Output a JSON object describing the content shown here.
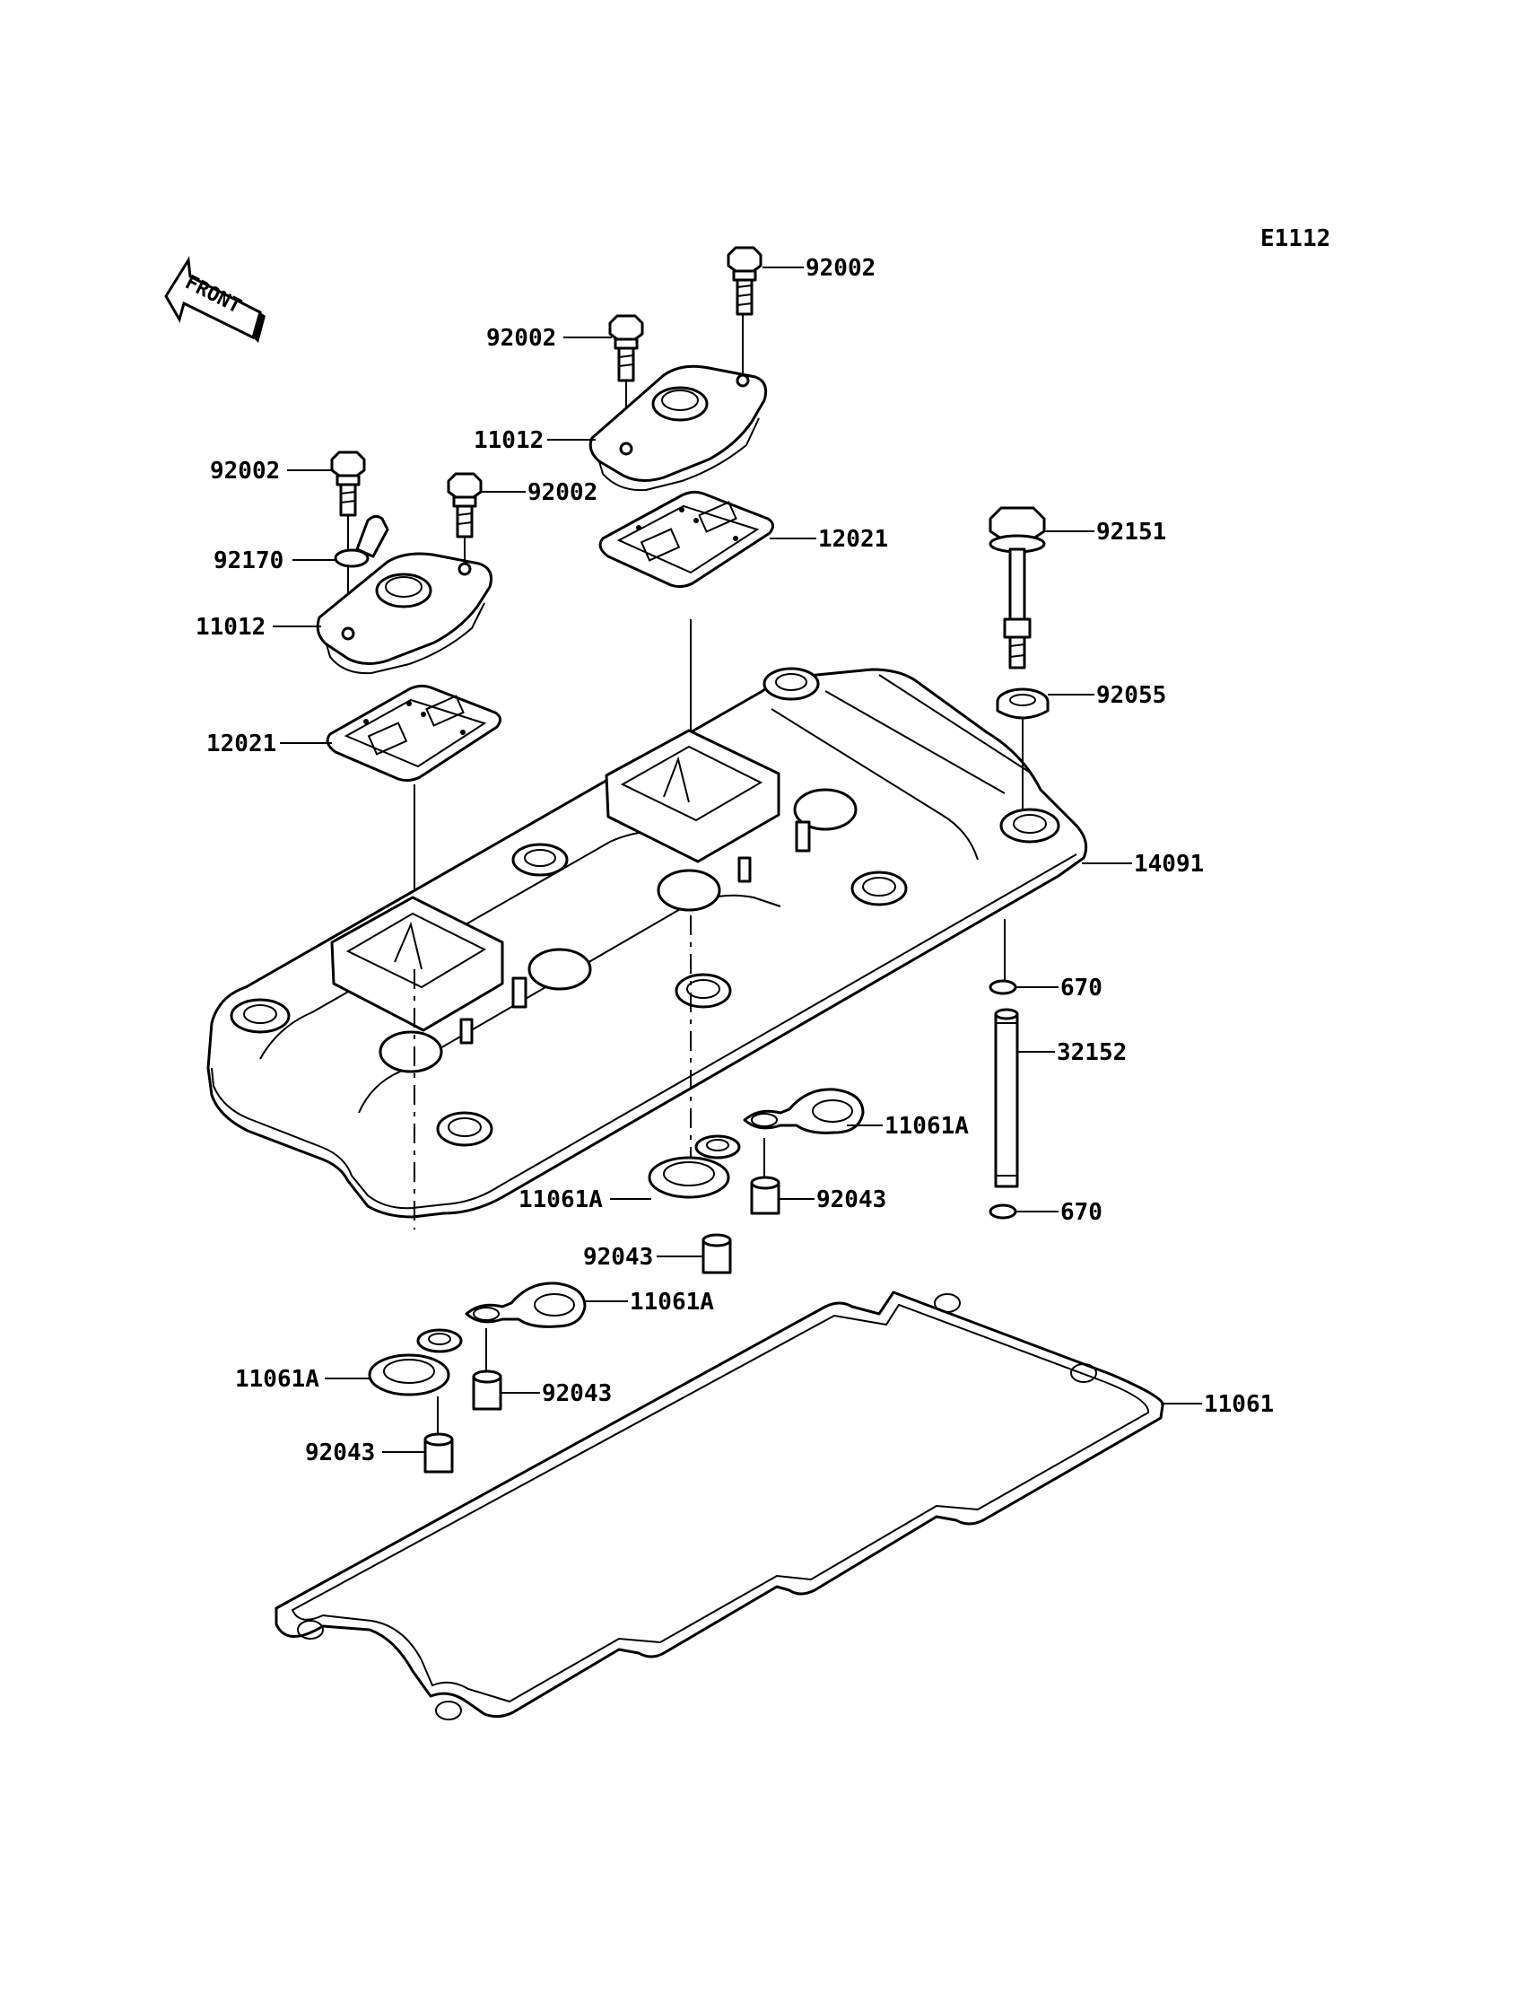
{
  "diagram": {
    "code": "E1112",
    "front_label": "FRONT",
    "callouts": {
      "bolt_top_right": "92002",
      "bolt_top_left": "92002",
      "cap_upper": "11012",
      "bolt_left_a": "92002",
      "bolt_left_b": "92002",
      "washer_92170": "92170",
      "cap_lower": "11012",
      "gasket_upper": "12021",
      "gasket_lower": "12021",
      "bolt_92151": "92151",
      "grommet_92055": "92055",
      "head_cover": "14091",
      "oring_upper": "670",
      "pipe_32152": "32152",
      "oring_lower": "670",
      "plug_gasket_right": "11061A",
      "plug_gasket_mid": "11061A",
      "collar_right": "92043",
      "collar_mid": "92043",
      "plug_gasket_left_upper": "11061A",
      "plug_gasket_left": "11061A",
      "collar_left_right": "92043",
      "collar_left": "92043",
      "cover_gasket": "11061"
    }
  }
}
